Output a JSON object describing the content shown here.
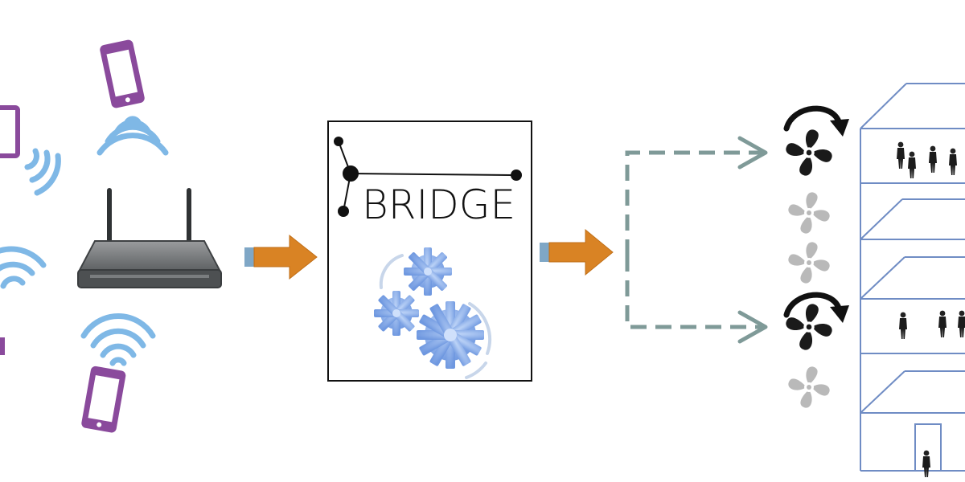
{
  "bridge": {
    "title": "BRIDGE"
  },
  "colors": {
    "wifi": "#7fb8e6",
    "phone": "#8a4a9c",
    "router_body": "#55585a",
    "arrow": "#d98324",
    "arrow_tail": "#7fa7c6",
    "dashed": "#7f9a98",
    "fan_active": "#1a1a1a",
    "fan_idle": "#b9b9b9",
    "building": "#6f8cc4",
    "gear": "#7fa6e6"
  },
  "icons": [
    "phone-icon",
    "wifi-signal-icon",
    "router-icon",
    "arrow-right-icon",
    "gear-icon",
    "fan-icon",
    "rotate-arrow-icon",
    "building-icon",
    "person-icon"
  ],
  "fans": [
    {
      "state": "active"
    },
    {
      "state": "idle"
    },
    {
      "state": "idle"
    },
    {
      "state": "active"
    },
    {
      "state": "idle"
    }
  ]
}
